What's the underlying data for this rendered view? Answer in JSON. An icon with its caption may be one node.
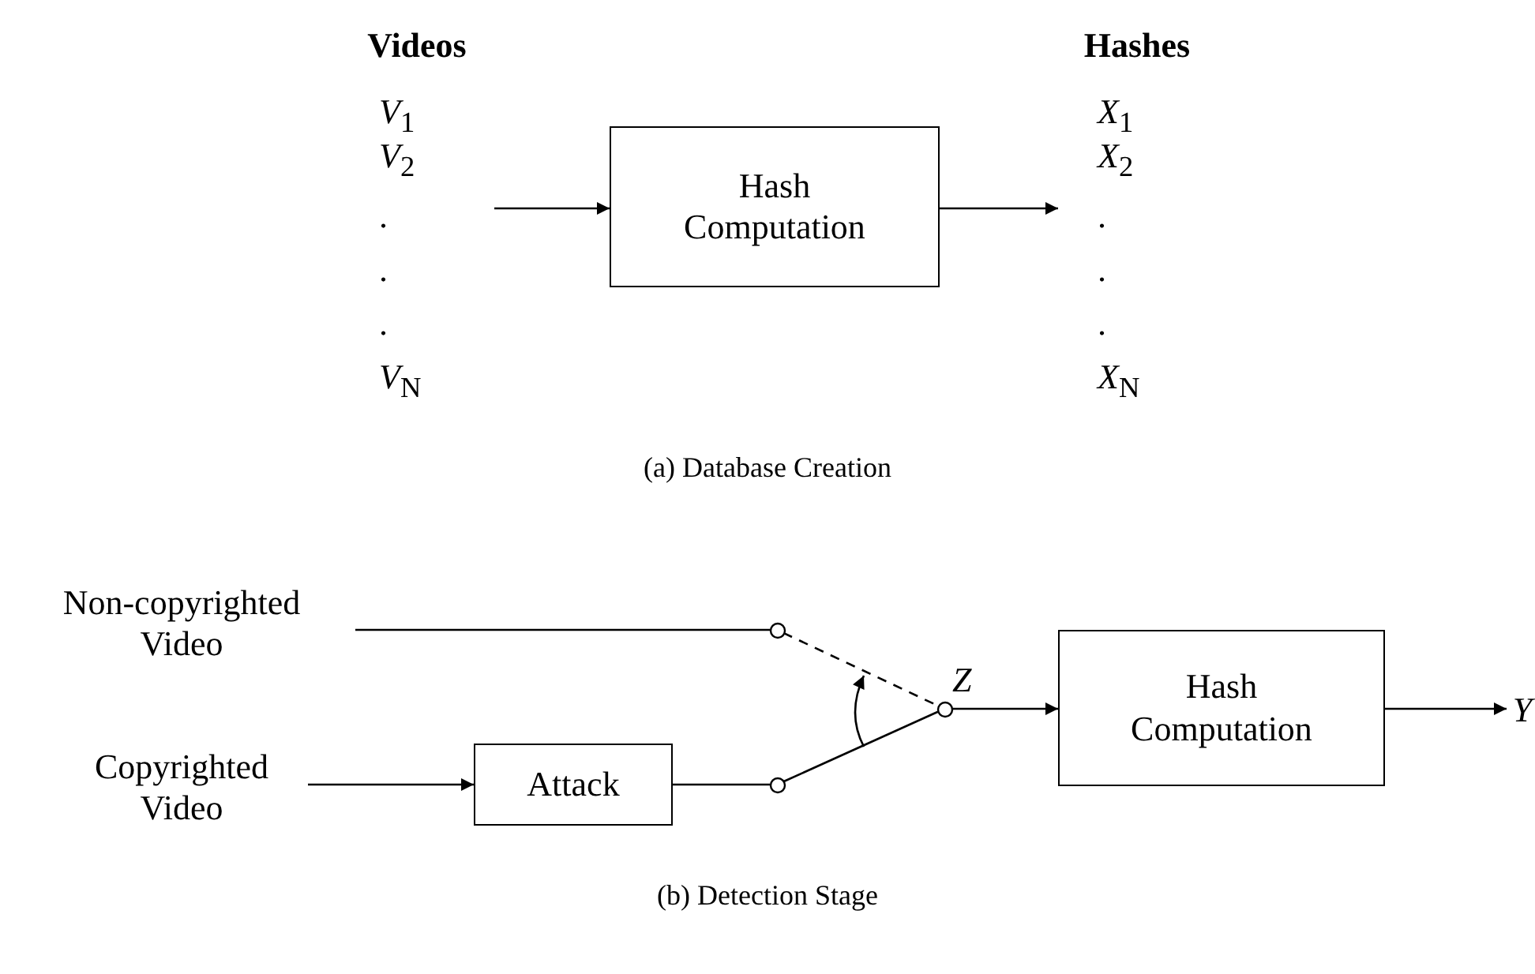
{
  "diagram": {
    "nodes": [
      {
        "text": [
          "Videos",
          "*V*$_{1}$",
          "*V*$_{2}$",
          ".",
          ".",
          ".",
          "*V*$_{N}$"
        ]
      },
      {
        "text": [
          "Hash Computation"
        ]
      },
      {
        "text": [
          "Hashes",
          "*X*$_{1}$",
          "*X*$_{2}$",
          ".",
          ".",
          ".",
          "*X*$_{N}$"
        ]
      },
      {
        "text": [
          "Non-copyrighted Video"
        ]
      },
      {
        "text": [
          "Copyrighted Video"
        ]
      },
      {
        "text": [
          "Attack"
        ]
      },
      {
        "text": [],
        "shape": "circle"
      },
      {
        "text": [],
        "shape": "circle"
      },
      {
        "text": [],
        "shape": "circle",
        "beside": [
          "*Z*"
        ]
      },
      {
        "text": [
          "Hash Computation"
        ]
      },
      {
        "text": [
          "*Y*"
        ]
      }
    ],
    "edges": [
      {
        "from": 0,
        "to": 1,
        "arrow": "to"
      },
      {
        "from": 1,
        "to": 2,
        "arrow": "to"
      },
      {
        "from": 3,
        "to": 6,
        "arrow": "none"
      },
      {
        "from": 4,
        "to": 5,
        "arrow": "to"
      },
      {
        "from": 5,
        "to": 7,
        "arrow": "none"
      },
      {
        "from": 7,
        "to": 8,
        "arrow": "none"
      },
      {
        "from": 6,
        "to": 8,
        "arrow": "none",
        "style": "dashed"
      },
      {
        "from": 8,
        "to": 9,
        "arrow": "to"
      },
      {
        "from": 9,
        "to": 10,
        "arrow": "to"
      }
    ],
    "labels": [
      "(a) Database Creation",
      "(b) Detection Stage"
    ]
  }
}
